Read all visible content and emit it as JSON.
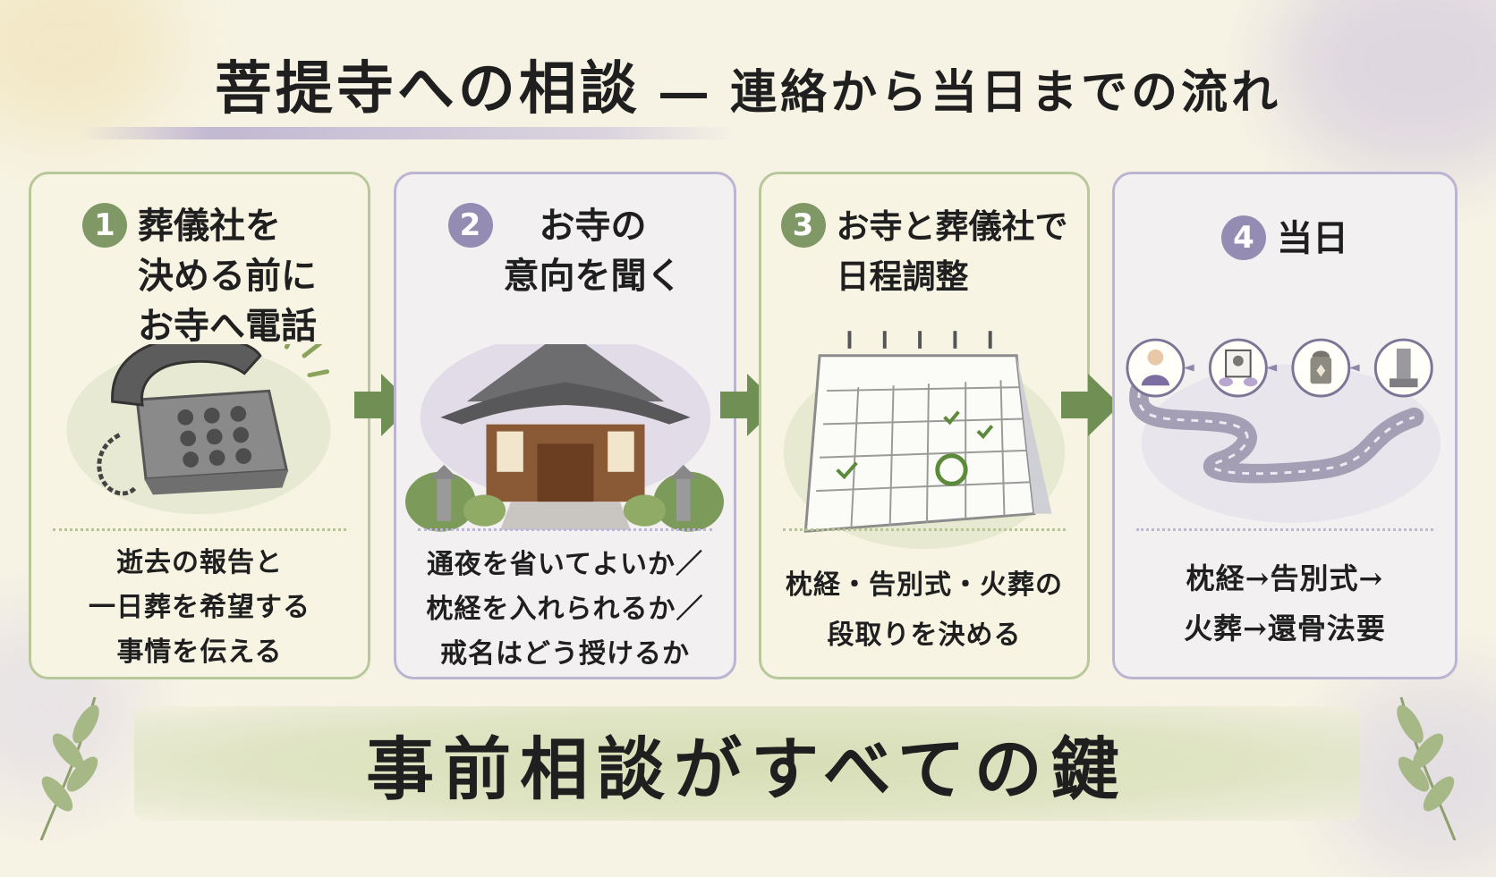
{
  "title": {
    "main": "菩提寺への相談",
    "sub": " ― 連絡から当日までの流れ"
  },
  "steps": [
    {
      "number": "1",
      "heading": "葬儀社を\n決める前に\nお寺へ電話",
      "illustration": "telephone-icon",
      "description": "逝去の報告と\n一日葬を希望する\n事情を伝える"
    },
    {
      "number": "2",
      "heading": "お寺の\n意向を聞く",
      "illustration": "temple-icon",
      "description": "通夜を省いてよいか／\n枕経を入れられるか／\n戒名はどう授けるか"
    },
    {
      "number": "3",
      "heading": "お寺と葬儀社で\n日程調整",
      "illustration": "calendar-icon",
      "description": "枕経・告別式・火葬の\n段取りを決める"
    },
    {
      "number": "4",
      "heading": "当日",
      "illustration": "ceremony-path-icons",
      "description": "枕経→告別式→\n火葬→還骨法要"
    }
  ],
  "banner": {
    "text": "事前相談がすべての鍵"
  },
  "colors": {
    "green_accent": "#7f9866",
    "purple_accent": "#958cb4",
    "arrow": "#6f8f55",
    "background": "#f7f3e4"
  }
}
